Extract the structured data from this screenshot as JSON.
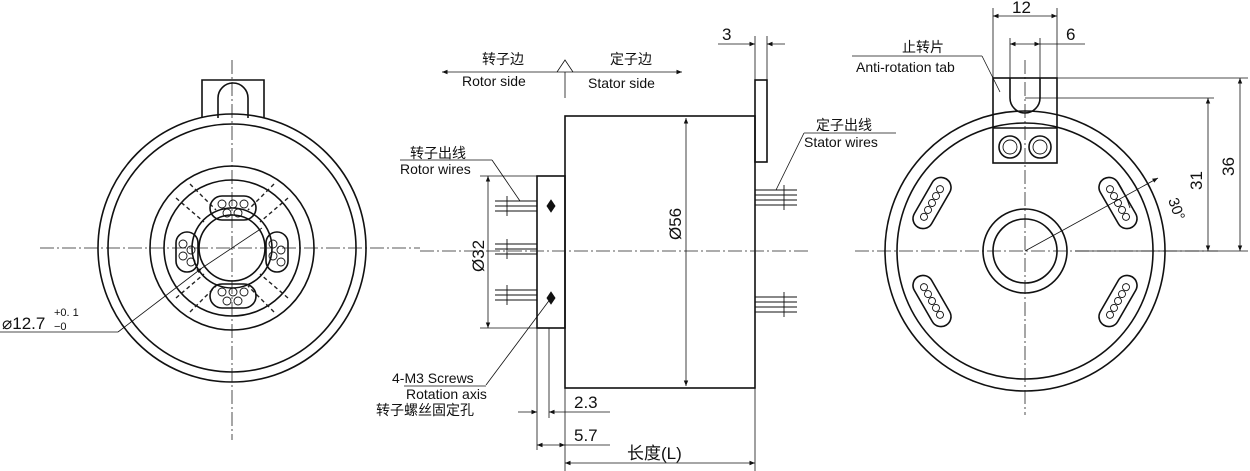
{
  "labels": {
    "rotor_side_cn": "转子边",
    "rotor_side_en": "Rotor side",
    "stator_side_cn": "定子边",
    "stator_side_en": "Stator side",
    "rotor_wires_cn": "转子出线",
    "rotor_wires_en": "Rotor wires",
    "stator_wires_cn": "定子出线",
    "stator_wires_en": "Stator wires",
    "anti_rotation_cn": "止转片",
    "anti_rotation_en": "Anti-rotation tab",
    "screws_en": "4-M3 Screws",
    "rotation_axis_en": "Rotation axis",
    "screws_cn": "转子螺丝固定孔",
    "length_cn": "长度(L)"
  },
  "dimensions": {
    "bore_prefix": "⌀12.7",
    "bore_tol_upper": "+0. 1",
    "bore_tol_lower": "−0",
    "flange_dia": "Ø32",
    "body_dia": "Ø56",
    "tab_thickness": "3",
    "flange_offset": "2.3",
    "flange_width": "5.7",
    "tab_width": "12",
    "tab_slot": "6",
    "height_31": "31",
    "height_36": "36",
    "angle": "30°"
  }
}
